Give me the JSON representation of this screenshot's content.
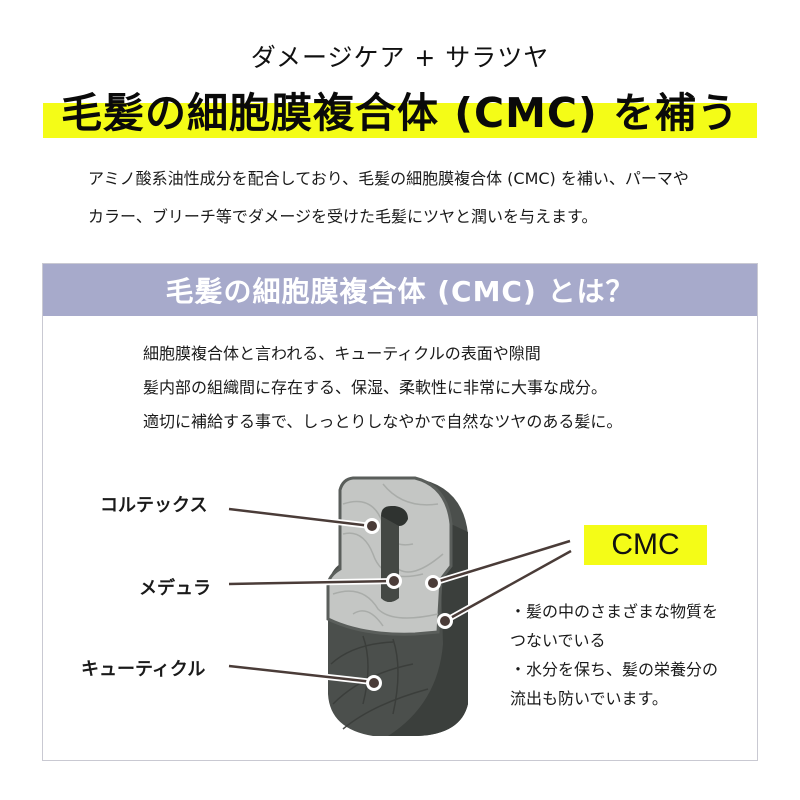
{
  "header": {
    "subtitle": "ダメージケア + サラツヤ",
    "title": "毛髪の細胞膜複合体 (CMC) を補う",
    "highlight_color": "#f4fc17"
  },
  "intro": {
    "lines": [
      "アミノ酸系油性成分を配合しており、毛髪の細胞膜複合体 (CMC) を補い、パーマや",
      "カラー、ブリーチ等でダメージを受けた毛髪にツヤと潤いを与えます。"
    ]
  },
  "section": {
    "heading": "毛髪の細胞膜複合体 (CMC) とは？",
    "heading_bg": "#a7aacb",
    "description": [
      "細胞膜複合体と言われる、キューティクルの表面や隙間",
      "髪内部の組織間に存在する、保湿、柔軟性に非常に大事な成分。",
      "適切に補給する事で、しっとりしなやかで自然なツヤのある髪に。"
    ]
  },
  "diagram": {
    "labels": {
      "cortex": "コルテックス",
      "medulla": "メデュラ",
      "cuticle": "キューティクル"
    },
    "cmc_badge": "CMC",
    "cmc_notes": [
      "・髪の中のさまざまな物質を",
      "つないでいる",
      "・水分を保ち、髪の栄養分の",
      "流出も防いでいます。"
    ]
  }
}
